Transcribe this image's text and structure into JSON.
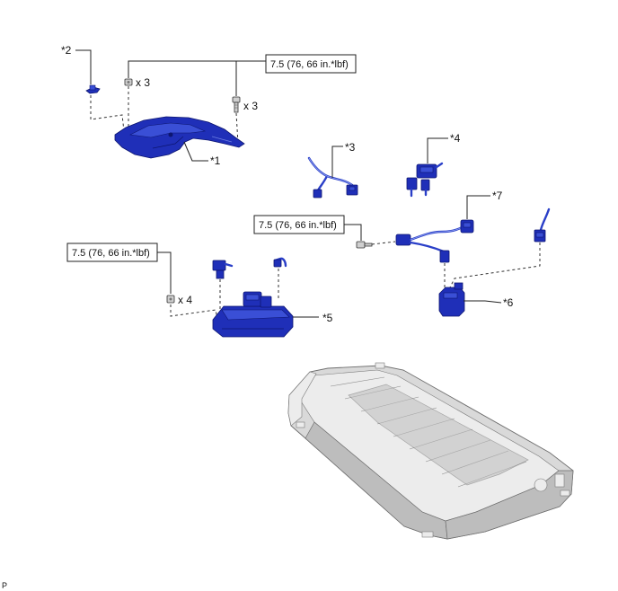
{
  "callouts": {
    "c1": "*1",
    "c2": "*2",
    "c3": "*3",
    "c4": "*4",
    "c5": "*5",
    "c6": "*6",
    "c7": "*7"
  },
  "torque": {
    "t1": "7.5 (76, 66 in.*lbf)",
    "t2": "7.5 (76, 66 in.*lbf)",
    "t3": "7.5 (76, 66 in.*lbf)"
  },
  "quantities": {
    "q_nut_top": "x 3",
    "q_bolt_top": "x 3",
    "q_nut_bottom": "x 4"
  },
  "corner_mark": "P",
  "colors": {
    "part_blue": "#1f2fb8",
    "battery_gray": "#d9d9d9"
  }
}
